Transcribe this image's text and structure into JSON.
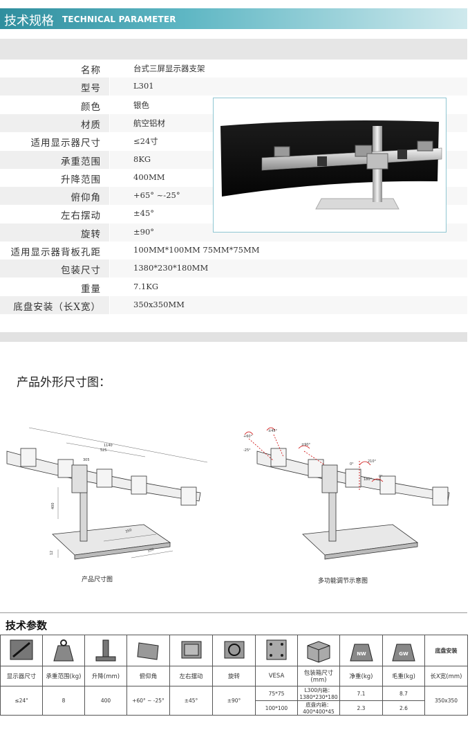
{
  "banner": {
    "title_zh": "技术规格",
    "title_en": "TECHNICAL PARAMETER"
  },
  "specs": [
    {
      "label": "名称",
      "value": "台式三屏显示器支架"
    },
    {
      "label": "型号",
      "value": "L301"
    },
    {
      "label": "颜色",
      "value": "银色"
    },
    {
      "label": "材质",
      "value": "航空铝材"
    },
    {
      "label": "适用显示器尺寸",
      "value": "≤24寸"
    },
    {
      "label": "承重范围",
      "value": "8KG"
    },
    {
      "label": "升降范围",
      "value": "400MM"
    },
    {
      "label": "俯仰角",
      "value": "+65° ~-25°"
    },
    {
      "label": "左右摆动",
      "value": "±45°"
    },
    {
      "label": "旋转",
      "value": "±90°"
    },
    {
      "label": "适用显示器背板孔距",
      "value": "100MM*100MM  75MM*75MM"
    },
    {
      "label": "包装尺寸",
      "value": "1380*230*180MM"
    },
    {
      "label": "重量",
      "value": "7.1KG"
    },
    {
      "label": "底盘安装（长X宽）",
      "value": "350x350MM"
    }
  ],
  "dimensions_heading": "产品外形尺寸图：",
  "figures": {
    "left_caption": "产品尺寸图",
    "right_caption": "多功能调节示意图",
    "dims": {
      "width": "1140",
      "mid": "525",
      "arm": "305",
      "height": "400",
      "base_a": "350",
      "base_b": "350",
      "thick": "12"
    },
    "angles": {
      "tilt_up": "+60°",
      "tilt_down": "-25°",
      "swivel": "±45°",
      "rotate": "±90°",
      "a0": "0°",
      "a210": "210°",
      "a180": "180°",
      "a0b": "0°"
    }
  },
  "tech": {
    "heading": "技术参数",
    "mount_header": "底盘安装",
    "icon_badges": {
      "nw": "NW",
      "gw": "GW"
    },
    "headers": [
      "显示器尺寸",
      "承重范围(kg)",
      "升降(mm)",
      "俯仰角",
      "左右摆动",
      "旋转",
      "VESA",
      "包装箱尺寸(mm)",
      "净重(kg)",
      "毛重(kg)",
      "长X宽(mm)"
    ],
    "values": {
      "size": "≤24\"",
      "load": "8",
      "lift": "400",
      "tilt": "+60° ~ -25°",
      "swivel": "±45°",
      "rotate": "±90°",
      "vesa_1": "75*75",
      "vesa_2": "100*100",
      "box_1": "L300内箱：1380*230*180",
      "box_2": "底盘内箱：400*400*45",
      "nw_1": "7.1",
      "nw_2": "2.3",
      "gw_1": "8.7",
      "gw_2": "2.6",
      "base": "350x350"
    }
  }
}
